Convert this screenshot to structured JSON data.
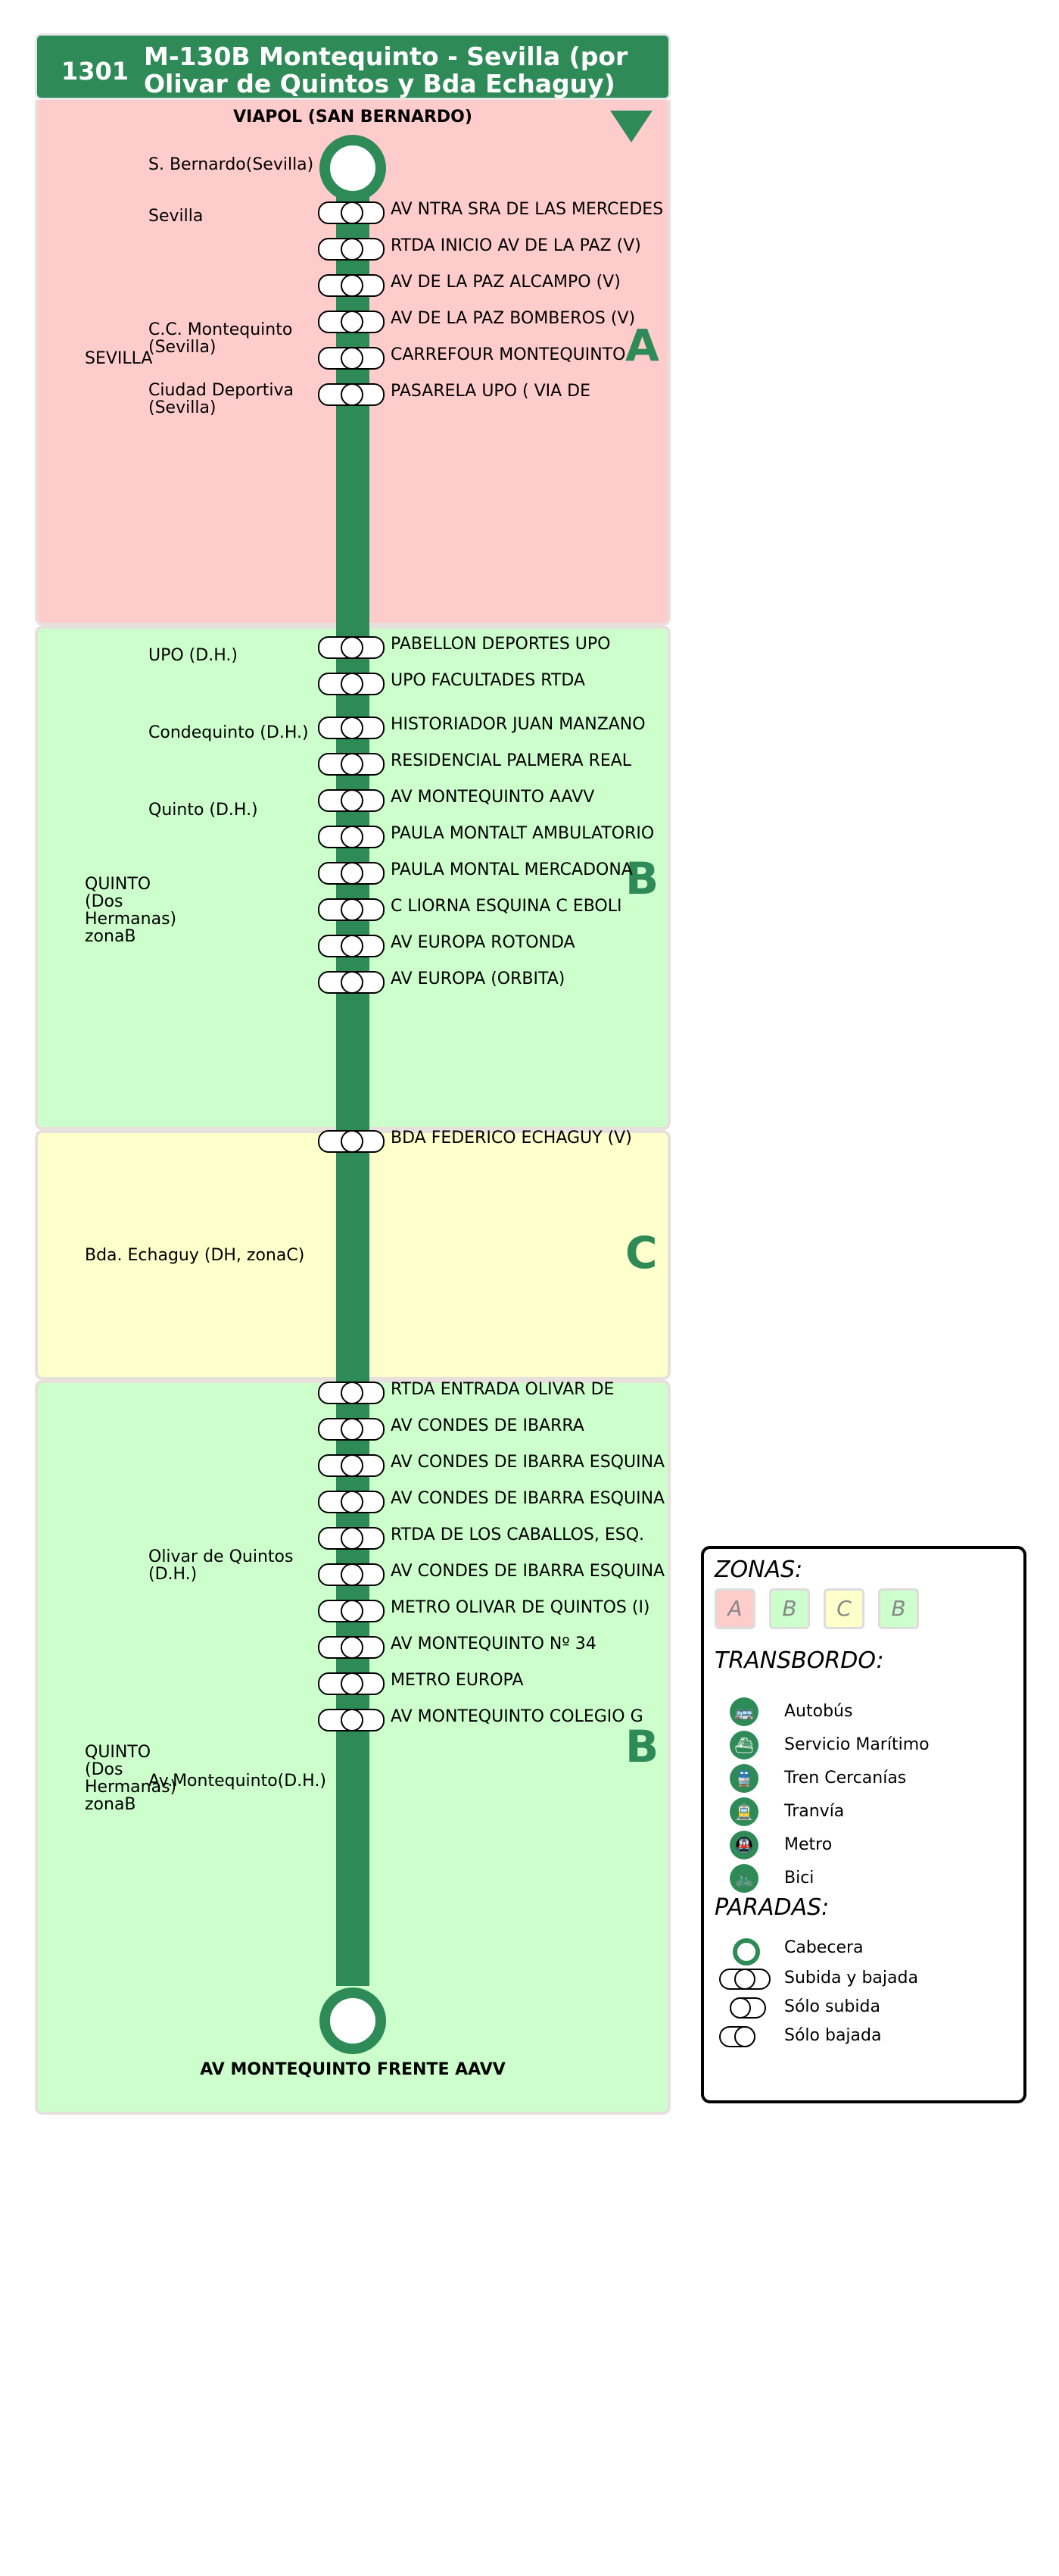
{
  "header": {
    "line_number": "1301",
    "title": "M-130B Montequinto - Sevilla (por Olivar de Quintos y Bda Echaguy)"
  },
  "terminals": {
    "start": "VIAPOL (SAN BERNARDO)",
    "end": "AV MONTEQUINTO FRENTE AAVV"
  },
  "zones": [
    {
      "letter": "A",
      "name": "SEVILLA",
      "color": "#ffcccc"
    },
    {
      "letter": "B",
      "name": "QUINTO (Dos Hermanas) zonaB",
      "color": "#ccffcc"
    },
    {
      "letter": "C",
      "name": "Bda. Echaguy (DH, zonaC)",
      "color": "#ffffcc"
    },
    {
      "letter": "B",
      "name": "QUINTO (Dos Hermanas) zonaB",
      "color": "#ccffcc"
    }
  ],
  "areas": [
    "S. Bernardo(Sevilla)",
    "Sevilla",
    "C.C. Montequinto (Sevilla)",
    "Ciudad Deportiva (Sevilla)",
    "UPO (D.H.)",
    "Condequinto (D.H.)",
    "Quinto (D.H.)",
    "Olivar de Quintos (D.H.)",
    "Av.Montequinto(D.H.)"
  ],
  "stops": [
    "AV NTRA SRA DE LAS MERCEDES",
    "RTDA INICIO AV DE LA PAZ (V)",
    "AV DE LA PAZ ALCAMPO (V)",
    "AV DE LA PAZ BOMBEROS (V)",
    "CARREFOUR MONTEQUINTO",
    "PASARELA UPO ( VIA DE",
    "PABELLON DEPORTES UPO",
    "UPO FACULTADES RTDA",
    "HISTORIADOR JUAN MANZANO",
    "RESIDENCIAL PALMERA REAL",
    "AV MONTEQUINTO AAVV",
    "PAULA MONTALT AMBULATORIO",
    "PAULA MONTAL MERCADONA",
    "C LIORNA ESQUINA C EBOLI",
    "AV EUROPA ROTONDA",
    "AV EUROPA (ORBITA)",
    "BDA FEDERICO ECHAGUY (V)",
    "RTDA ENTRADA OLIVAR DE",
    "AV CONDES DE IBARRA",
    "AV CONDES DE IBARRA ESQUINA",
    "AV CONDES DE IBARRA ESQUINA",
    "RTDA DE LOS CABALLOS, ESQ.",
    "AV CONDES DE IBARRA ESQUINA",
    "METRO OLIVAR DE QUINTOS (I)",
    "AV MONTEQUINTO Nº 34",
    "METRO EUROPA",
    "AV MONTEQUINTO COLEGIO G"
  ],
  "legend": {
    "zonas_title": "ZONAS:",
    "zonas": [
      "A",
      "B",
      "C",
      "B"
    ],
    "transbordo_title": "TRANSBORDO:",
    "transbordo": [
      {
        "label": "Autobús",
        "icon": "bus-icon"
      },
      {
        "label": "Servicio Marítimo",
        "icon": "ferry-icon"
      },
      {
        "label": "Tren Cercanías",
        "icon": "train-icon"
      },
      {
        "label": "Tranvía",
        "icon": "tram-icon"
      },
      {
        "label": "Metro",
        "icon": "metro-icon"
      },
      {
        "label": "Bici",
        "icon": "bike-icon"
      }
    ],
    "paradas_title": "PARADAS:",
    "paradas": [
      {
        "label": "Cabecera",
        "icon": "terminal-icon"
      },
      {
        "label": "Subida y bajada",
        "icon": "stop-both-icon"
      },
      {
        "label": "Sólo subida",
        "icon": "stop-board-icon"
      },
      {
        "label": "Sólo bajada",
        "icon": "stop-alight-icon"
      }
    ]
  },
  "colors": {
    "line": "#2e8b57",
    "zone_a": "#ffcccc",
    "zone_b": "#ccffcc",
    "zone_c": "#ffffcc"
  }
}
